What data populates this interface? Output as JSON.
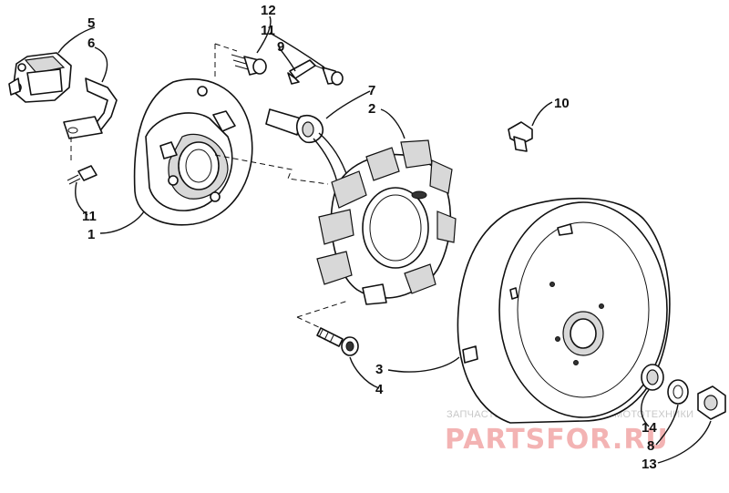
{
  "callouts": {
    "c1": "1",
    "c2": "2",
    "c3": "3",
    "c4": "4",
    "c5": "5",
    "c6": "6",
    "c7": "7",
    "c8": "8",
    "c9": "9",
    "c10": "10",
    "c11a": "11",
    "c11b": "11",
    "c12": "12",
    "c13": "13",
    "c14": "14"
  },
  "watermark": {
    "tagline": "ЗАПЧАСТИ И АКСЕССУАРЫ ДЛЯ МОТОТЕХНИКИ",
    "logo": "PARTSFOR.RU"
  }
}
